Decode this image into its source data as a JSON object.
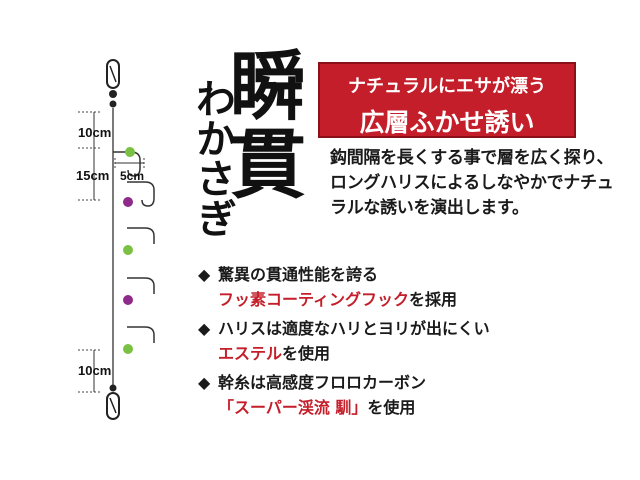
{
  "brand": {
    "kanji": "瞬貫",
    "kana": "わかさぎ"
  },
  "banner": {
    "line1": "ナチュラルにエサが漂う",
    "line2": "広層ふかせ誘い"
  },
  "description": "鈎間隔を長くする事で層を広く探り、ロングハリスによるしなやかでナチュラルな誘いを演出します。",
  "features": [
    {
      "marker": "◆",
      "line1": "驚異の貫通性能を誇る",
      "line2_highlight": "フッ素コーティングフック",
      "line2_rest": "を採用"
    },
    {
      "marker": "◆",
      "line1": "ハリスは適度なハリとヨリが出にくい",
      "line2_highlight": "エステル",
      "line2_rest": "を使用"
    },
    {
      "marker": "◆",
      "line1": "幹糸は高感度フロロカーボン",
      "line2_highlight": "「スーパー渓流 馴」",
      "line2_rest": "を使用"
    }
  ],
  "rig_labels": {
    "top_gap": "10cm",
    "hook_spacing": "15cm",
    "branch_length": "5cm",
    "bottom_gap": "10cm"
  },
  "colors": {
    "accent_red": "#c41e2a",
    "bead_green": "#7ac143",
    "bead_purple": "#8e2a8a"
  }
}
